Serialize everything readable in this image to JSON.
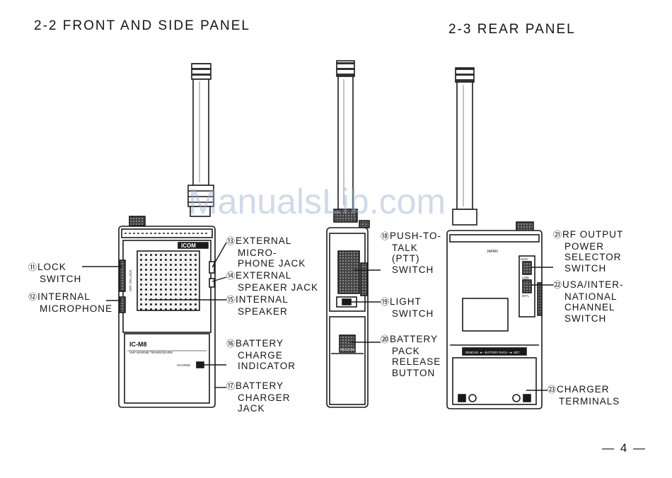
{
  "headings": {
    "front_side": "2-2  FRONT AND SIDE PANEL",
    "rear": "2-3  REAR PANEL"
  },
  "watermark": "ManualsLib.com",
  "page_number": "— 4 —",
  "device_labels": {
    "brand": "ICOM",
    "model": "IC-M8",
    "subtitle": "VHF MARINE TRANSCEIVER",
    "charge": "CHARGE",
    "release": "RELEASE",
    "japan": "JAPAN",
    "battery_pack": "REMOVE ◄─ BATTERY PACK ─► SET",
    "power_high": "HIGH",
    "power_low": "LOW",
    "chan_usa": "USA",
    "chan_int": "INT'L",
    "side_labels": "OFF ON LOCK"
  },
  "callouts": [
    {
      "num": "⑪",
      "lines": [
        "LOCK",
        "SWITCH"
      ]
    },
    {
      "num": "⑫",
      "lines": [
        "INTERNAL",
        "MICROPHONE"
      ]
    },
    {
      "num": "⑬",
      "lines": [
        "EXTERNAL",
        "MICRO-",
        "PHONE JACK"
      ]
    },
    {
      "num": "⑭",
      "lines": [
        "EXTERNAL",
        "SPEAKER JACK"
      ]
    },
    {
      "num": "⑮",
      "lines": [
        "INTERNAL",
        "SPEAKER"
      ]
    },
    {
      "num": "⑯",
      "lines": [
        "BATTERY",
        "CHARGE",
        "INDICATOR"
      ]
    },
    {
      "num": "⑰",
      "lines": [
        "BATTERY",
        "CHARGER",
        "JACK"
      ]
    },
    {
      "num": "⑱",
      "lines": [
        "PUSH-TO-",
        "TALK",
        "(PTT)",
        "SWITCH"
      ]
    },
    {
      "num": "⑲",
      "lines": [
        "LIGHT",
        "SWITCH"
      ]
    },
    {
      "num": "⑳",
      "lines": [
        "BATTERY",
        "PACK",
        "RELEASE",
        "BUTTON"
      ]
    },
    {
      "num": "㉑",
      "lines": [
        "RF OUTPUT",
        "POWER",
        "SELECTOR",
        "SWITCH"
      ]
    },
    {
      "num": "㉒",
      "lines": [
        "USA/INTER-",
        "NATIONAL",
        "CHANNEL",
        "SWITCH"
      ]
    },
    {
      "num": "㉓",
      "lines": [
        "CHARGER",
        "TERMINALS"
      ]
    }
  ]
}
